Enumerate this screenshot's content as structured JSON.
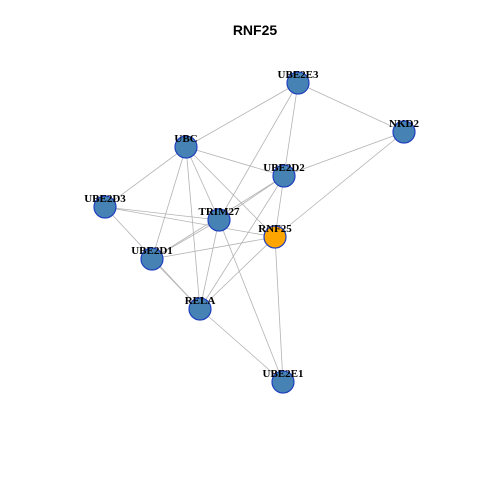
{
  "title": "RNF25",
  "colors": {
    "edge": "#b3b3b3",
    "node_fill": "#4682b4",
    "node_stroke": "#1f3fbf",
    "focus_fill": "#ffa500",
    "focus_stroke": "#1f3fbf",
    "text": "#000000"
  },
  "nodes": [
    {
      "id": "UBE2E3",
      "label": "UBE2E3",
      "focus": false
    },
    {
      "id": "NKD2",
      "label": "NKD2",
      "focus": false
    },
    {
      "id": "UBC",
      "label": "UBC",
      "focus": false
    },
    {
      "id": "UBE2D2",
      "label": "UBE2D2",
      "focus": false
    },
    {
      "id": "UBE2D3",
      "label": "UBE2D3",
      "focus": false
    },
    {
      "id": "TRIM27",
      "label": "TRIM27",
      "focus": false
    },
    {
      "id": "RNF25",
      "label": "RNF25",
      "focus": true
    },
    {
      "id": "UBE2D1",
      "label": "UBE2D1",
      "focus": false
    },
    {
      "id": "RELA",
      "label": "RELA",
      "focus": false
    },
    {
      "id": "UBE2E1",
      "label": "UBE2E1",
      "focus": false
    }
  ],
  "edges": [
    [
      "UBE2E3",
      "UBC"
    ],
    [
      "UBE2E3",
      "NKD2"
    ],
    [
      "UBE2E3",
      "UBE2D2"
    ],
    [
      "UBE2E3",
      "TRIM27"
    ],
    [
      "NKD2",
      "UBE2D2"
    ],
    [
      "NKD2",
      "RNF25"
    ],
    [
      "UBC",
      "UBE2D3"
    ],
    [
      "UBC",
      "UBE2D2"
    ],
    [
      "UBC",
      "TRIM27"
    ],
    [
      "UBC",
      "RNF25"
    ],
    [
      "UBC",
      "UBE2D1"
    ],
    [
      "UBC",
      "RELA"
    ],
    [
      "UBE2D2",
      "TRIM27"
    ],
    [
      "UBE2D2",
      "UBE2D1"
    ],
    [
      "UBE2D2",
      "RNF25"
    ],
    [
      "UBE2D2",
      "RELA"
    ],
    [
      "UBE2D3",
      "TRIM27"
    ],
    [
      "UBE2D3",
      "RNF25"
    ],
    [
      "UBE2D3",
      "RELA"
    ],
    [
      "TRIM27",
      "UBE2D1"
    ],
    [
      "TRIM27",
      "RELA"
    ],
    [
      "TRIM27",
      "UBE2E1"
    ],
    [
      "UBE2D1",
      "RNF25"
    ],
    [
      "UBE2D1",
      "RELA"
    ],
    [
      "RNF25",
      "RELA"
    ],
    [
      "RNF25",
      "UBE2E1"
    ],
    [
      "RELA",
      "UBE2E1"
    ]
  ]
}
